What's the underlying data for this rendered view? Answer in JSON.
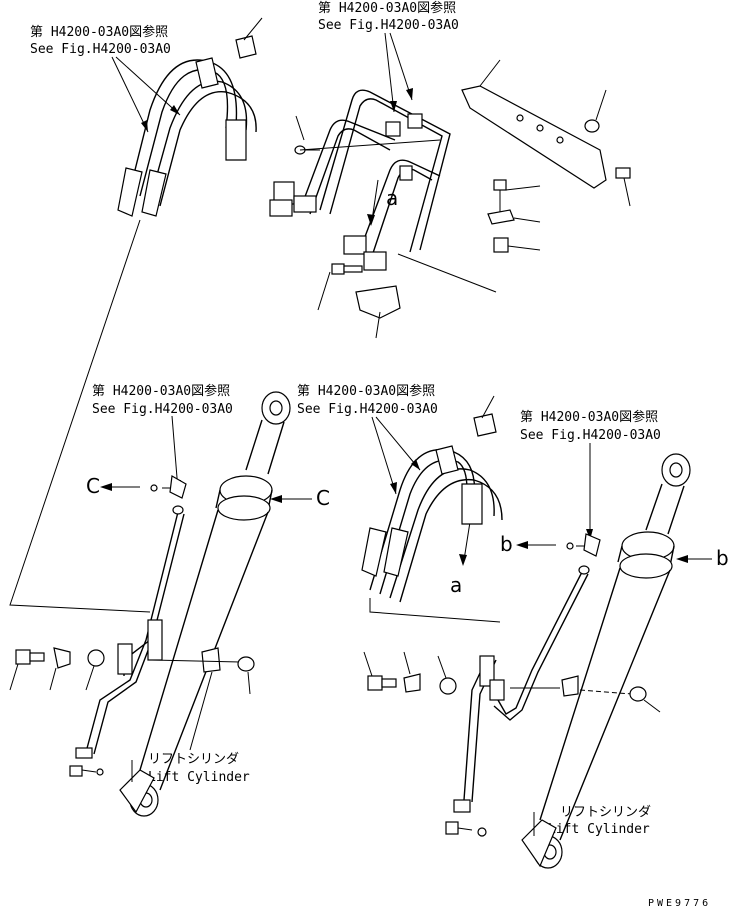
{
  "diagram": {
    "refs": {
      "ref_top_jp": "第 H4200-03A0図参照",
      "ref_top_en": "See Fig.H4200-03A0",
      "ref_left_jp": "第 H4200-03A0図参照",
      "ref_left_en": "See Fig.H4200-03A0",
      "ref_midleft_jp": "第 H4200-03A0図参照",
      "ref_midleft_en": "See Fig.H4200-03A0",
      "ref_mid_jp": "第 H4200-03A0図参照",
      "ref_mid_en": "See Fig.H4200-03A0",
      "ref_right_jp": "第 H4200-03A0図参照",
      "ref_right_en": "See Fig.H4200-03A0"
    },
    "letters": {
      "a_top": "a",
      "a_mid": "a",
      "c_left": "C",
      "c_right": "C",
      "b_left": "b",
      "b_right": "b"
    },
    "cylinders": {
      "left_jp": "リフトシリンダ",
      "left_en": "Lift Cylinder",
      "right_jp": "リフトシリンダ",
      "right_en": "Lift Cylinder"
    },
    "drawing_code": "PWE9776"
  }
}
